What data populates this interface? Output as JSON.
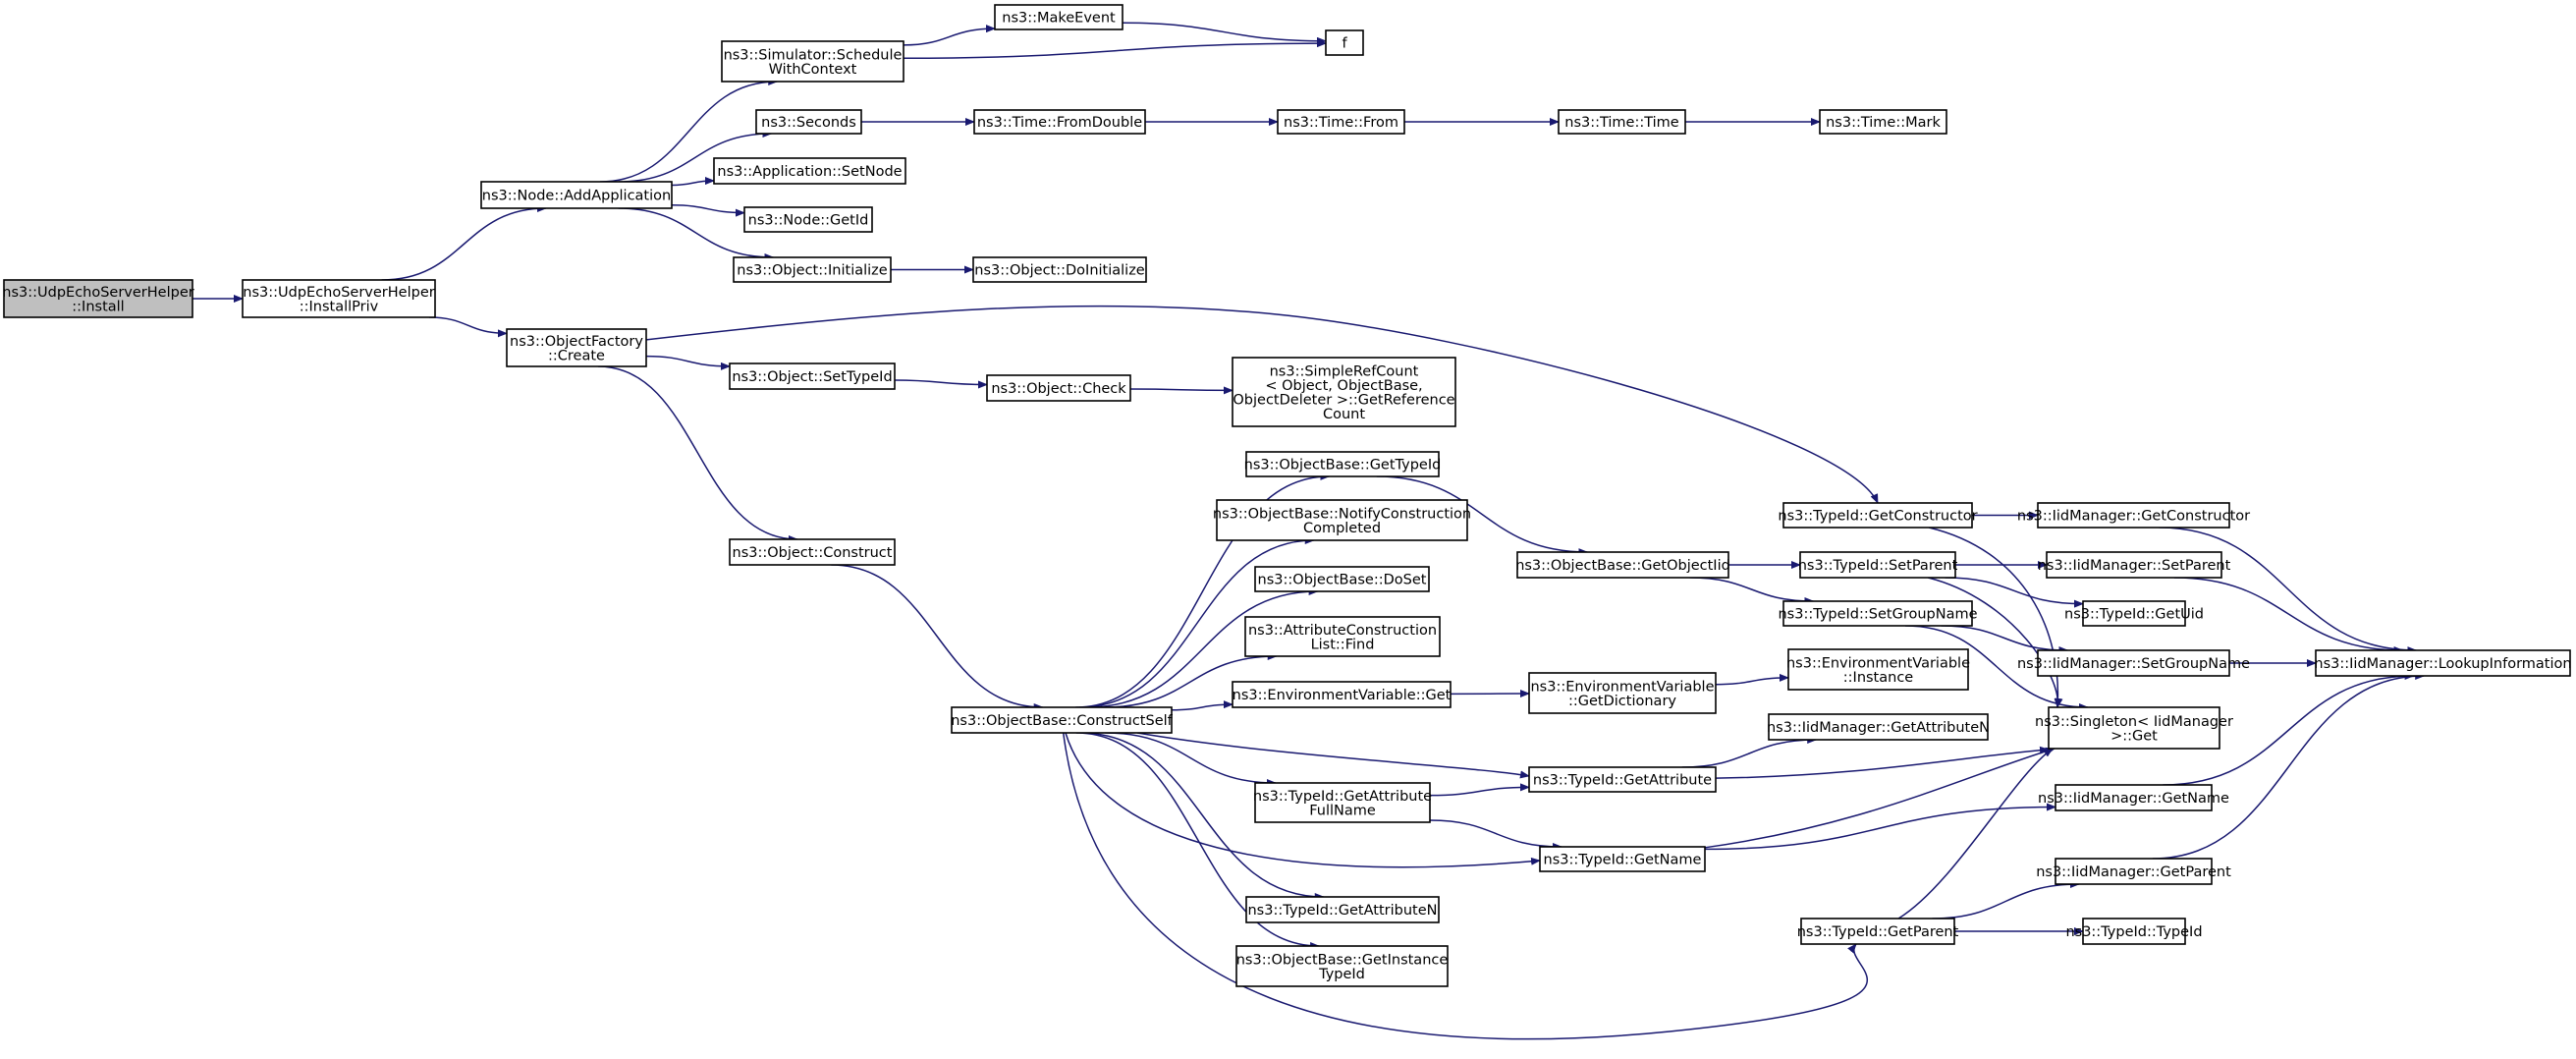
{
  "graph": {
    "edge_color": "#191970",
    "root_fill": "#bfbfbf",
    "nodes": [
      {
        "id": "n0",
        "lines": [
          "ns3::UdpEchoServerHelper",
          "::Install"
        ],
        "root": true
      },
      {
        "id": "n1",
        "lines": [
          "ns3::UdpEchoServerHelper",
          "::InstallPriv"
        ]
      },
      {
        "id": "n2",
        "lines": [
          "ns3::Node::AddApplication"
        ]
      },
      {
        "id": "n3",
        "lines": [
          "ns3::ObjectFactory",
          "::Create"
        ]
      },
      {
        "id": "n4",
        "lines": [
          "ns3::Simulator::Schedule",
          "WithContext"
        ]
      },
      {
        "id": "n5",
        "lines": [
          "ns3::Seconds"
        ]
      },
      {
        "id": "n6",
        "lines": [
          "ns3::Application::SetNode"
        ]
      },
      {
        "id": "n7",
        "lines": [
          "ns3::Node::GetId"
        ]
      },
      {
        "id": "n8",
        "lines": [
          "ns3::Object::Initialize"
        ]
      },
      {
        "id": "n9",
        "lines": [
          "ns3::MakeEvent"
        ]
      },
      {
        "id": "n10",
        "lines": [
          "f"
        ]
      },
      {
        "id": "n11",
        "lines": [
          "ns3::Time::FromDouble"
        ]
      },
      {
        "id": "n12",
        "lines": [
          "ns3::Time::From"
        ]
      },
      {
        "id": "n13",
        "lines": [
          "ns3::Time::Time"
        ]
      },
      {
        "id": "n14",
        "lines": [
          "ns3::Time::Mark"
        ]
      },
      {
        "id": "n15",
        "lines": [
          "ns3::Object::DoInitialize"
        ]
      },
      {
        "id": "n16",
        "lines": [
          "ns3::Object::SetTypeId"
        ]
      },
      {
        "id": "n17",
        "lines": [
          "ns3::Object::Check"
        ]
      },
      {
        "id": "n18",
        "lines": [
          "ns3::SimpleRefCount",
          "< Object, ObjectBase,",
          " ObjectDeleter >::GetReference",
          "Count"
        ]
      },
      {
        "id": "n19",
        "lines": [
          "ns3::Object::Construct"
        ]
      },
      {
        "id": "n20",
        "lines": [
          "ns3::ObjectBase::ConstructSelf"
        ]
      },
      {
        "id": "n21",
        "lines": [
          "ns3::ObjectBase::GetTypeId"
        ]
      },
      {
        "id": "n22",
        "lines": [
          "ns3::ObjectBase::NotifyConstruction",
          "Completed"
        ]
      },
      {
        "id": "n23",
        "lines": [
          "ns3::ObjectBase::DoSet"
        ]
      },
      {
        "id": "n24",
        "lines": [
          "ns3::AttributeConstruction",
          "List::Find"
        ]
      },
      {
        "id": "n25",
        "lines": [
          "ns3::EnvironmentVariable::Get"
        ]
      },
      {
        "id": "n26",
        "lines": [
          "ns3::TypeId::GetAttribute",
          "FullName"
        ]
      },
      {
        "id": "n27",
        "lines": [
          "ns3::TypeId::GetAttributeN"
        ]
      },
      {
        "id": "n28",
        "lines": [
          "ns3::ObjectBase::GetInstance",
          "TypeId"
        ]
      },
      {
        "id": "n29",
        "lines": [
          "ns3::ObjectBase::GetObjectIid"
        ]
      },
      {
        "id": "n30",
        "lines": [
          "ns3::EnvironmentVariable",
          "::GetDictionary"
        ]
      },
      {
        "id": "n31",
        "lines": [
          "ns3::TypeId::GetAttribute"
        ]
      },
      {
        "id": "n32",
        "lines": [
          "ns3::TypeId::GetName"
        ]
      },
      {
        "id": "n33",
        "lines": [
          "ns3::TypeId::GetConstructor"
        ]
      },
      {
        "id": "n34",
        "lines": [
          "ns3::TypeId::SetParent"
        ]
      },
      {
        "id": "n35",
        "lines": [
          "ns3::TypeId::SetGroupName"
        ]
      },
      {
        "id": "n36",
        "lines": [
          "ns3::EnvironmentVariable",
          "::Instance"
        ]
      },
      {
        "id": "n37",
        "lines": [
          "ns3::IidManager::GetAttributeN"
        ]
      },
      {
        "id": "n38",
        "lines": [
          "ns3::TypeId::GetParent"
        ]
      },
      {
        "id": "n39",
        "lines": [
          "ns3::IidManager::GetConstructor"
        ]
      },
      {
        "id": "n40",
        "lines": [
          "ns3::IidManager::SetParent"
        ]
      },
      {
        "id": "n41",
        "lines": [
          "ns3::TypeId::GetUid"
        ]
      },
      {
        "id": "n42",
        "lines": [
          "ns3::IidManager::SetGroupName"
        ]
      },
      {
        "id": "n43",
        "lines": [
          "ns3::Singleton< IidManager",
          " >::Get"
        ]
      },
      {
        "id": "n44",
        "lines": [
          "ns3::IidManager::GetName"
        ]
      },
      {
        "id": "n45",
        "lines": [
          "ns3::IidManager::GetParent"
        ]
      },
      {
        "id": "n46",
        "lines": [
          "ns3::TypeId::TypeId"
        ]
      },
      {
        "id": "n47",
        "lines": [
          "ns3::IidManager::LookupInformation"
        ]
      }
    ],
    "edges": [
      [
        "n0",
        "n1"
      ],
      [
        "n1",
        "n2"
      ],
      [
        "n1",
        "n3"
      ],
      [
        "n2",
        "n4"
      ],
      [
        "n2",
        "n5"
      ],
      [
        "n2",
        "n6"
      ],
      [
        "n2",
        "n7"
      ],
      [
        "n2",
        "n8"
      ],
      [
        "n4",
        "n9"
      ],
      [
        "n4",
        "n10"
      ],
      [
        "n9",
        "n10"
      ],
      [
        "n5",
        "n11"
      ],
      [
        "n11",
        "n12"
      ],
      [
        "n12",
        "n13"
      ],
      [
        "n13",
        "n14"
      ],
      [
        "n8",
        "n15"
      ],
      [
        "n3",
        "n33"
      ],
      [
        "n3",
        "n16"
      ],
      [
        "n3",
        "n19"
      ],
      [
        "n16",
        "n17"
      ],
      [
        "n17",
        "n18"
      ],
      [
        "n19",
        "n20"
      ],
      [
        "n20",
        "n21"
      ],
      [
        "n20",
        "n22"
      ],
      [
        "n20",
        "n23"
      ],
      [
        "n20",
        "n24"
      ],
      [
        "n20",
        "n25"
      ],
      [
        "n20",
        "n31"
      ],
      [
        "n20",
        "n26"
      ],
      [
        "n20",
        "n32"
      ],
      [
        "n20",
        "n27"
      ],
      [
        "n20",
        "n28"
      ],
      [
        "n20",
        "n38"
      ],
      [
        "n21",
        "n29"
      ],
      [
        "n29",
        "n34"
      ],
      [
        "n29",
        "n35"
      ],
      [
        "n25",
        "n30"
      ],
      [
        "n30",
        "n36"
      ],
      [
        "n26",
        "n31"
      ],
      [
        "n26",
        "n32"
      ],
      [
        "n31",
        "n37"
      ],
      [
        "n31",
        "n43"
      ],
      [
        "n32",
        "n43"
      ],
      [
        "n32",
        "n44"
      ],
      [
        "n33",
        "n39"
      ],
      [
        "n33",
        "n43"
      ],
      [
        "n34",
        "n40"
      ],
      [
        "n34",
        "n41"
      ],
      [
        "n34",
        "n43"
      ],
      [
        "n35",
        "n42"
      ],
      [
        "n35",
        "n43"
      ],
      [
        "n38",
        "n43"
      ],
      [
        "n38",
        "n45"
      ],
      [
        "n38",
        "n46"
      ],
      [
        "n39",
        "n47"
      ],
      [
        "n40",
        "n47"
      ],
      [
        "n42",
        "n47"
      ],
      [
        "n44",
        "n47"
      ],
      [
        "n45",
        "n47"
      ]
    ]
  }
}
